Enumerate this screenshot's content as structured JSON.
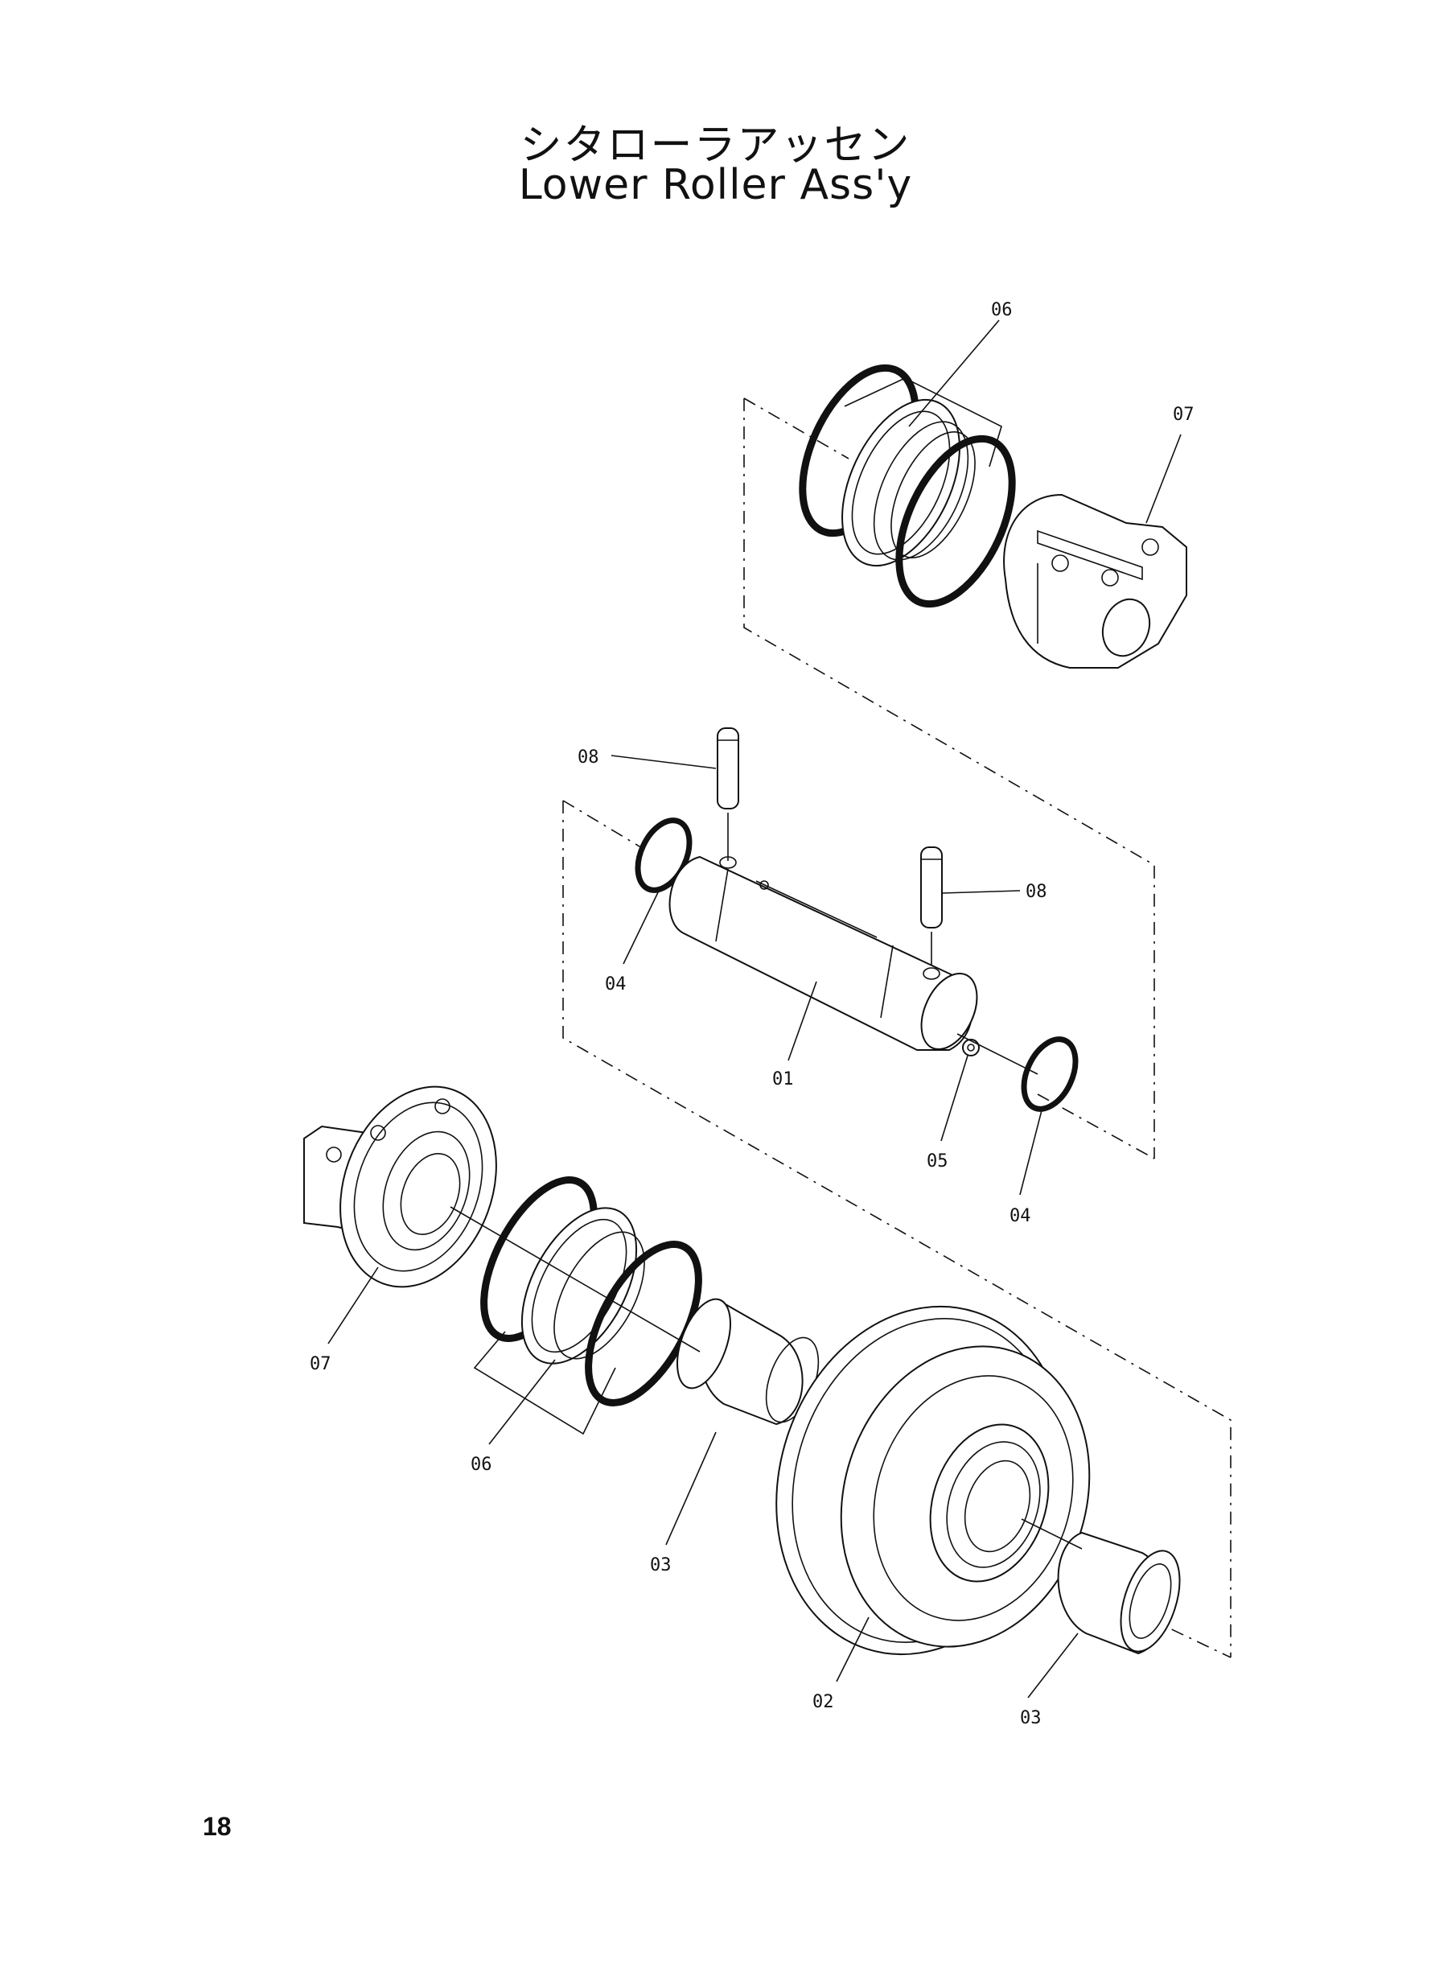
{
  "title": {
    "japanese": "シタローラアッセン",
    "english": "Lower Roller Ass'y"
  },
  "page_number": "18",
  "callouts": {
    "c06_top": "06",
    "c07_top": "07",
    "c08_left": "08",
    "c08_right": "08",
    "c04_left": "04",
    "c01": "01",
    "c05": "05",
    "c04_right": "04",
    "c07_left": "07",
    "c06_bottom": "06",
    "c03_left": "03",
    "c02": "02",
    "c03_right": "03"
  }
}
